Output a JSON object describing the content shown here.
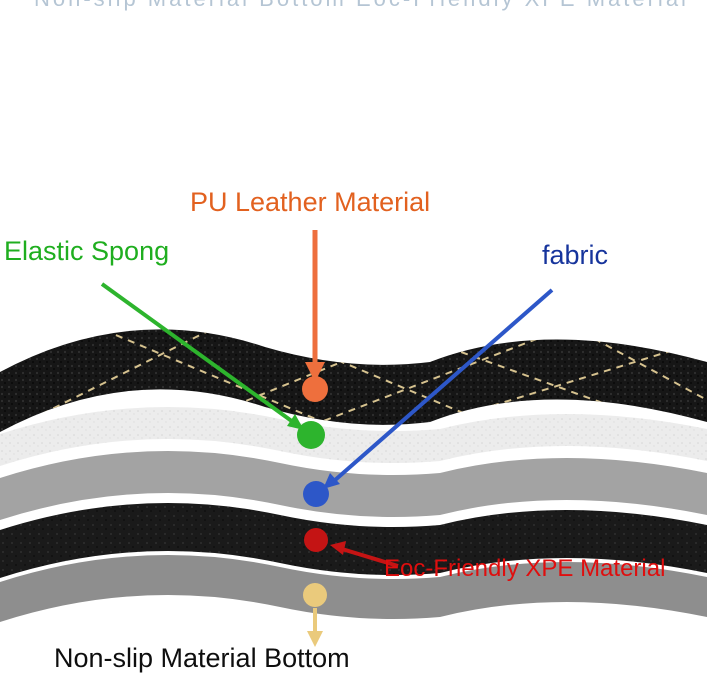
{
  "watermark": {
    "text": "Non-slip Material Bottom  Eoc-Friendly XPE Material"
  },
  "labels": {
    "pu_leather": {
      "text": "PU Leather Material",
      "color": "#e2611f"
    },
    "elastic_sponge": {
      "text": "Elastic Spong",
      "color": "#1fae1f"
    },
    "fabric": {
      "text": "fabric",
      "color": "#16349c"
    },
    "xpe": {
      "text": "Eoc-Friendly XPE Material",
      "color": "#df0e0e"
    },
    "non_slip": {
      "text": "Non-slip Material Bottom",
      "color": "#0e0e0e"
    }
  },
  "markers": {
    "pu_leather_dot": "#ee6f3d",
    "elastic_sponge_dot": "#2db42d",
    "fabric_dot": "#2d57c8",
    "xpe_dot": "#c41414",
    "non_slip_dot": "#eaca7c"
  },
  "layers": [
    {
      "name": "pu-leather",
      "color": "#161616",
      "stitch_color": "#d6c28f"
    },
    {
      "name": "elastic-sponge",
      "color": "#ececec"
    },
    {
      "name": "fabric",
      "color": "#a3a3a3"
    },
    {
      "name": "xpe-foam",
      "color": "#1a1a1a"
    },
    {
      "name": "non-slip-bottom",
      "color": "#8e8e8e"
    }
  ]
}
